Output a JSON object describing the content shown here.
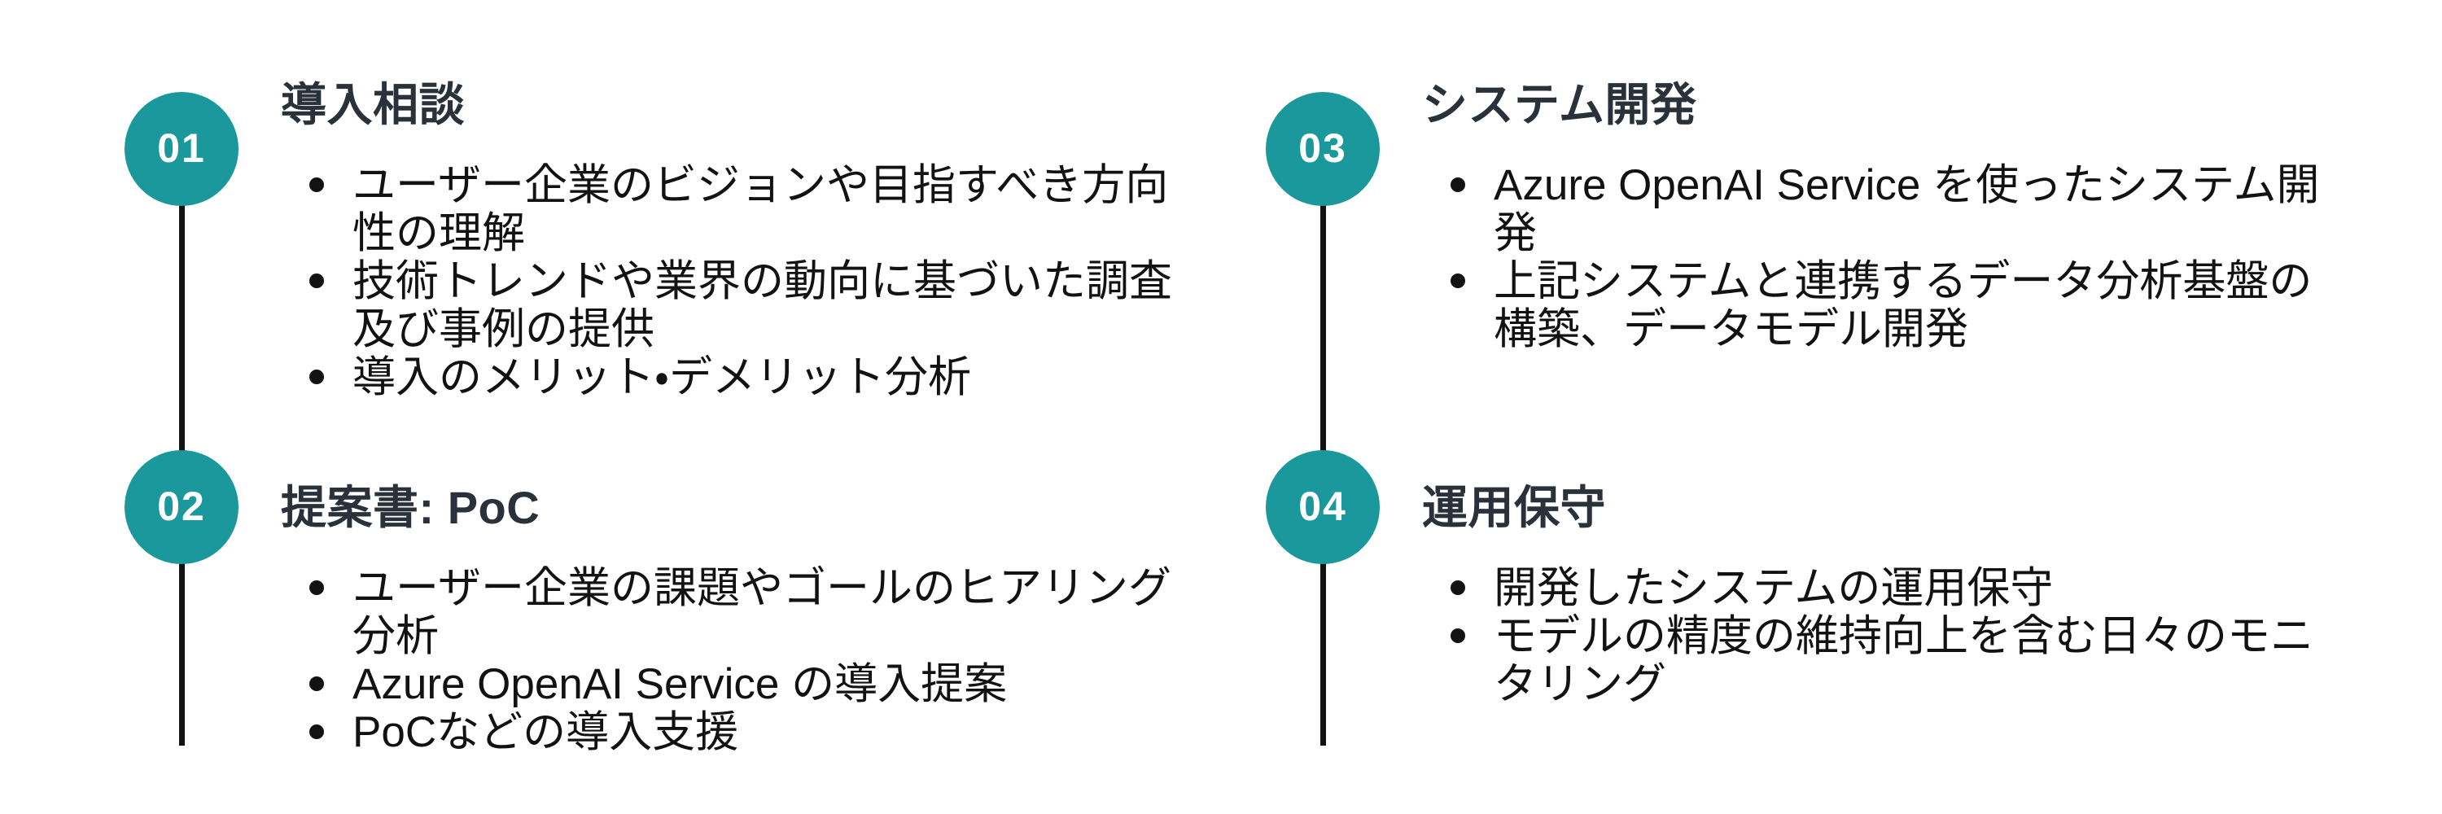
{
  "colors": {
    "accent_teal": "#1A989B",
    "title_color": "#2A313A",
    "body_text_color": "#121212",
    "line_color": "#121212",
    "number_color": "#FFFFFF",
    "background": "#FFFFFF"
  },
  "steps": [
    {
      "number": "01",
      "title": "導入相談",
      "bullets": [
        "ユーザー企業のビジョンや目指すべき方向性の理解",
        "技術トレンドや業界の動向に基づいた調査及び事例の提供",
        "導入のメリット・デメリット分析"
      ]
    },
    {
      "number": "02",
      "title": "提案書: PoC",
      "bullets": [
        "ユーザー企業の課題やゴールのヒアリング分析",
        "Azure OpenAI Service の導入提案",
        "PoCなどの導入支援"
      ]
    },
    {
      "number": "03",
      "title": "システム開発",
      "bullets": [
        "Azure OpenAI Service を使ったシステム開発",
        "上記システムと連携するデータ分析基盤の構築、データモデル開発"
      ]
    },
    {
      "number": "04",
      "title": "運用保守",
      "bullets": [
        "開発したシステムの運用保守",
        "モデルの精度の維持向上を含む日々のモニタリング"
      ]
    }
  ]
}
